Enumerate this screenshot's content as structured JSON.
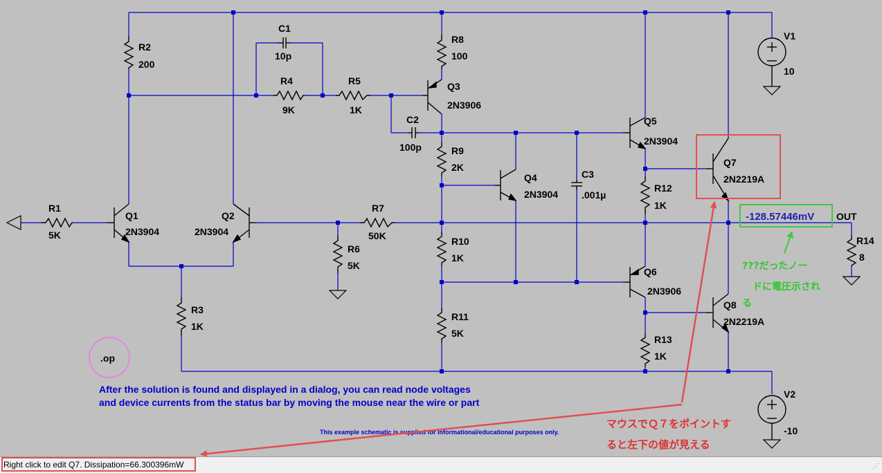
{
  "labels": {
    "R1": "R1",
    "R1v": "5K",
    "R2": "R2",
    "R2v": "200",
    "R3": "R3",
    "R3v": "1K",
    "R4": "R4",
    "R4v": "9K",
    "R5": "R5",
    "R5v": "1K",
    "R6": "R6",
    "R6v": "5K",
    "R7": "R7",
    "R7v": "50K",
    "R8": "R8",
    "R8v": "100",
    "R9": "R9",
    "R9v": "2K",
    "R10": "R10",
    "R10v": "1K",
    "R11": "R11",
    "R11v": "5K",
    "R12": "R12",
    "R12v": "1K",
    "R13": "R13",
    "R13v": "1K",
    "R14": "R14",
    "R14v": "8",
    "C1": "C1",
    "C1v": "10p",
    "C2": "C2",
    "C2v": "100p",
    "C3": "C3",
    "C3v": ".001µ",
    "Q1": "Q1",
    "Q1v": "2N3904",
    "Q2": "Q2",
    "Q2v": "2N3904",
    "Q3": "Q3",
    "Q3v": "2N3906",
    "Q4": "Q4",
    "Q4v": "2N3904",
    "Q5": "Q5",
    "Q5v": "2N3904",
    "Q6": "Q6",
    "Q6v": "2N3906",
    "Q7": "Q7",
    "Q7v": "2N2219A",
    "Q8": "Q8",
    "Q8v": "2N2219A",
    "V1": "V1",
    "V1v": "10",
    "V2": "V2",
    "V2v": "-10",
    "OUT": "OUT",
    "op": ".op"
  },
  "notes": {
    "line1": "After the solution is found and displayed in a dialog, you can read node voltages",
    "line2": "and device currents from the status bar by moving the mouse near the wire or part",
    "disclaimer": "This example schematic is supplied for informational/educational purposes only."
  },
  "annotations": {
    "voltage": "-128.57446mV",
    "green1": "???だったノー",
    "green2": "ドに電圧示され",
    "green3": "る",
    "red1": "マウスでＱ７をポイントす",
    "red2": "ると左下の値が見える"
  },
  "status": {
    "text": "Right click to edit Q7.   Dissipation=66.300396mW"
  },
  "colors": {
    "wire": "#0000c8",
    "part": "#000000",
    "highlight_red": "#e05050",
    "highlight_green": "#40c840",
    "circle_pink": "#e878e8"
  }
}
